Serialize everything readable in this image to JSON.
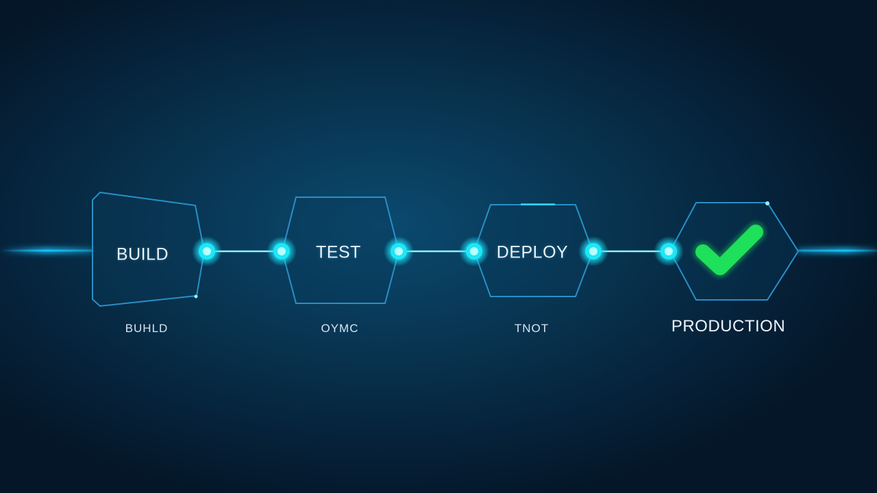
{
  "stages": [
    {
      "id": "build",
      "label": "BUILD",
      "sub_label": "BUHLD"
    },
    {
      "id": "test",
      "label": "TEST",
      "sub_label": "OYMC"
    },
    {
      "id": "deploy",
      "label": "DEPLOY",
      "sub_label": "TNOT"
    },
    {
      "id": "production",
      "label": "",
      "sub_label": "PRODUCTION",
      "icon": "checkmark-icon"
    }
  ],
  "colors": {
    "outline": "#2a8fc7",
    "glow": "#17d8f0",
    "check": "#1ee05a"
  }
}
